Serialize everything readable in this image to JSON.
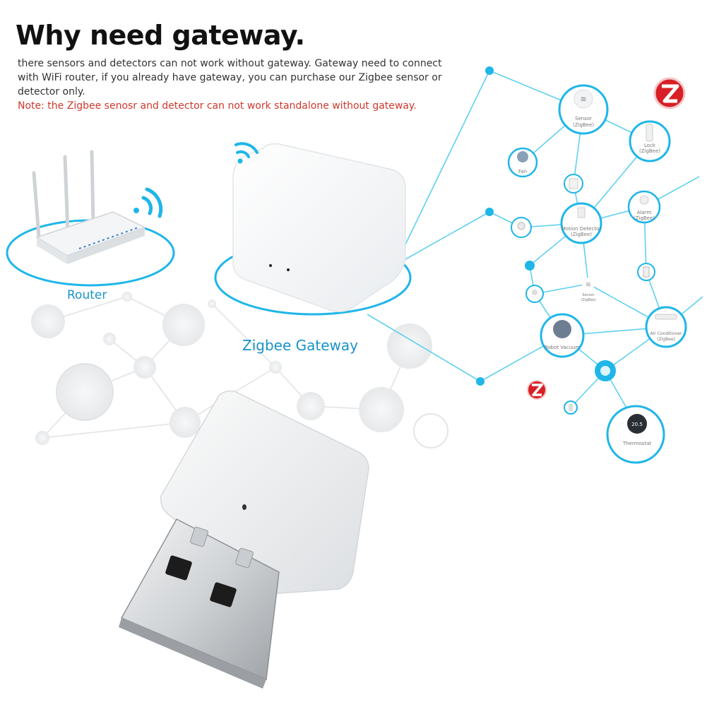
{
  "heading": {
    "title": "Why need gateway.",
    "description": "there sensors and detectors can not work without gateway. Gateway need to connect with WiFi router, if you already have gateway, you can purchase our Zigbee sensor or detector only.",
    "note": "Note: the Zigbee senosr and detector can not work standalone without gateway."
  },
  "labels": {
    "router": "Router",
    "gateway": "Zigbee Gateway"
  },
  "devices": {
    "sensor": "Sensor",
    "sensor_sub": "(ZigBee)",
    "lock": "Lock",
    "lock_sub": "(ZigBee)",
    "fan": "Fan",
    "motion": "Motion Detector",
    "motion_sub": "(ZigBee)",
    "alarm": "Alarm",
    "alarm_sub": "(ZigBee)",
    "sensor_small": "Sensor",
    "sensor_small_sub": "(ZigBee)",
    "robot": "Robot Vacuum",
    "ac": "Air Conditioner",
    "ac_sub": "(ZigBee)",
    "thermostat": "Thermostat",
    "thermostat_value": "20.5"
  },
  "colors": {
    "accent": "#1fb6e8",
    "zigbee_red": "#d81f26",
    "note_red": "#d0382c",
    "label_blue": "#1a93c8"
  }
}
